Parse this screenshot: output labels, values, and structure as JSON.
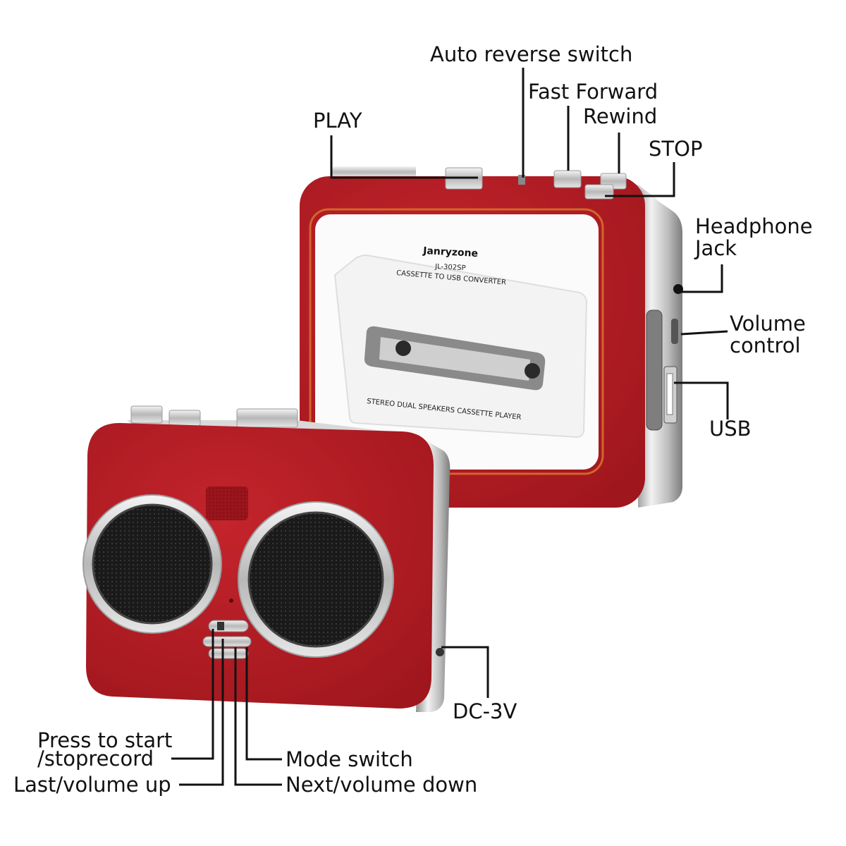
{
  "labels": {
    "play": "PLAY",
    "auto_reverse": "Auto reverse switch",
    "fast_forward": "Fast Forward",
    "rewind": "Rewind",
    "stop": "STOP",
    "headphone_1": "Headphone",
    "headphone_2": "Jack",
    "volume_1": "Volume",
    "volume_2": "control",
    "usb": "USB",
    "dc": "DC-3V",
    "record_1": "Press to start",
    "record_2": "/stoprecord",
    "last_volume_up": "Last/volume up",
    "mode_switch": "Mode switch",
    "next_volume_down": "Next/volume down"
  },
  "device": {
    "brand": "Janryzone",
    "model": "JL-302SP",
    "subtitle": "CASSETTE TO USB CONVERTER",
    "bottom_text": "STEREO DUAL SPEAKERS CASSETTE PLAYER"
  },
  "colors": {
    "body_red": "#b01a22",
    "body_dark": "#8c1218",
    "chrome": "#c9c9c9",
    "line": "#111111"
  }
}
